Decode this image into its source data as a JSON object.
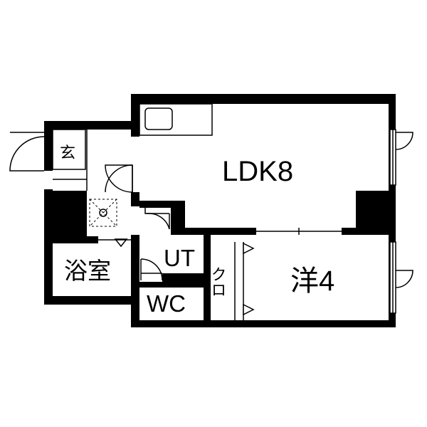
{
  "rooms": {
    "ldk": "LDK8",
    "western": "洋4",
    "bath": "浴室",
    "utility": "UT",
    "toilet": "WC",
    "entrance": "玄",
    "closet": "クロ"
  }
}
